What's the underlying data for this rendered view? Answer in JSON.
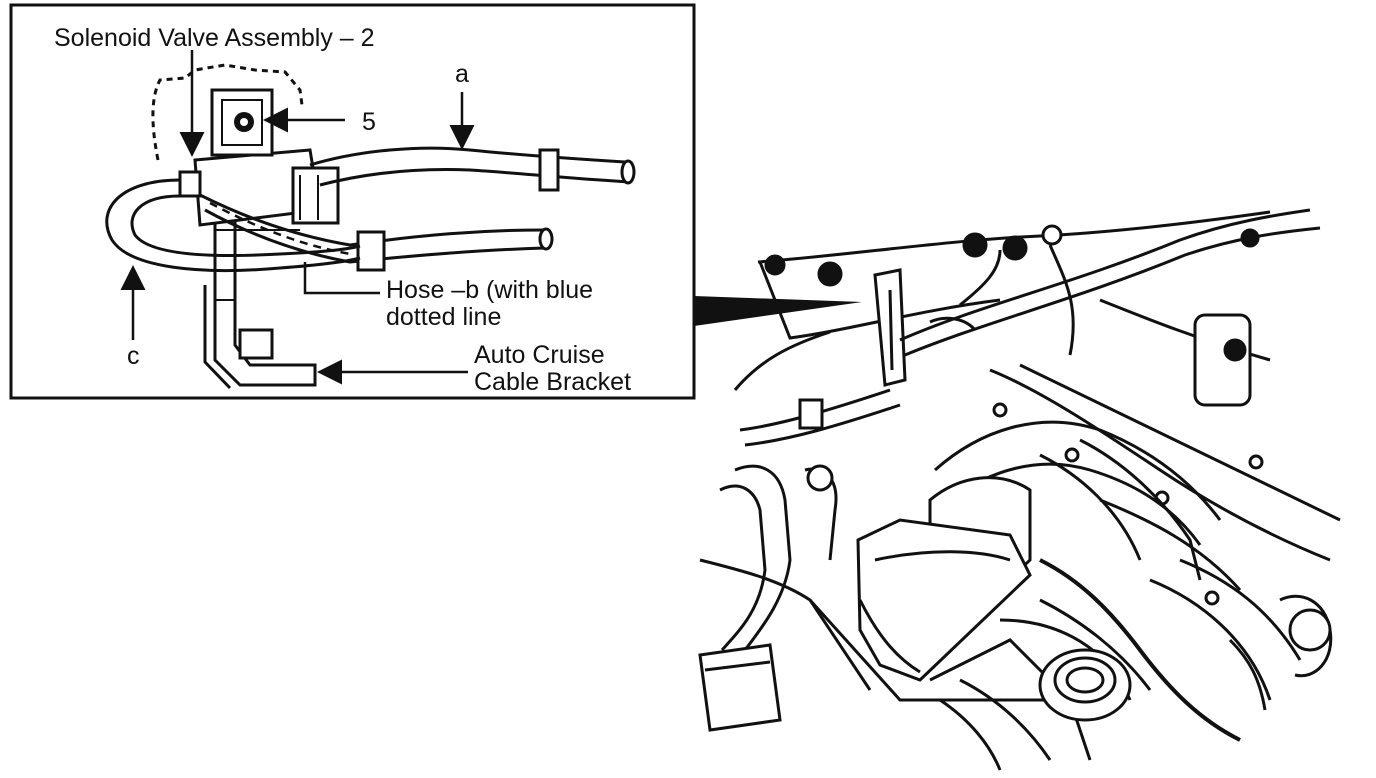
{
  "detail_inset": {
    "labels": {
      "solenoid_valve_assembly": "Solenoid Valve Assembly – 2",
      "callout_a": "a",
      "callout_5": "5",
      "hose_b_line1": "Hose –b (with blue",
      "hose_b_line2": "dotted line",
      "callout_c": "c",
      "bracket_line1": "Auto Cruise",
      "bracket_line2": "Cable Bracket"
    }
  },
  "colors": {
    "ink": "#111111",
    "background": "#ffffff"
  }
}
